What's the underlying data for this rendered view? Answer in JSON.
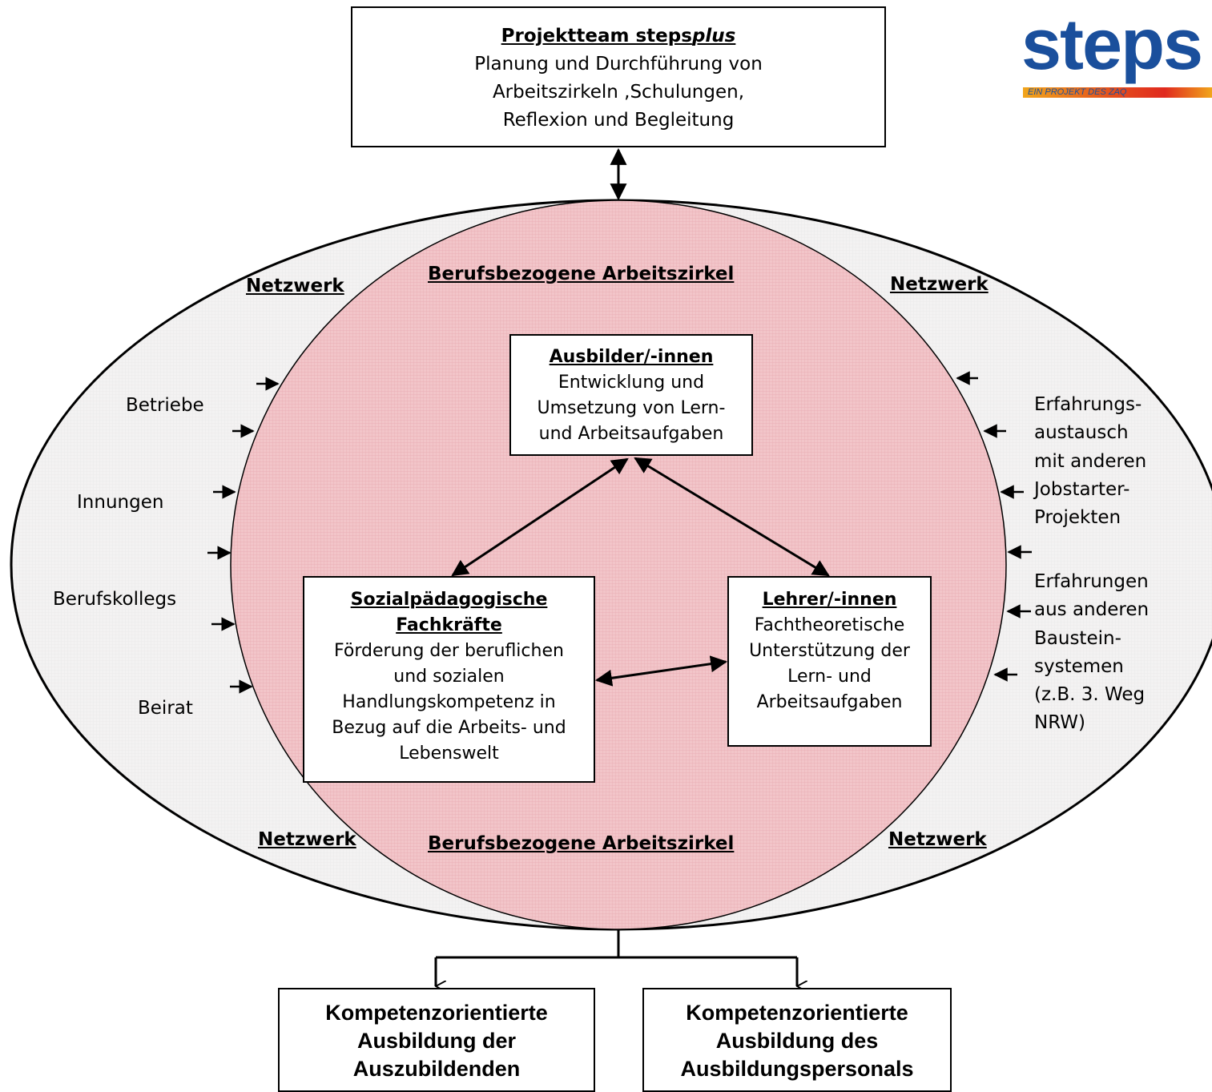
{
  "top_box": {
    "title_prefix": "Projektteam steps",
    "title_italic": "plus",
    "lines": [
      "Planung und Durchführung von",
      "Arbeitszirkeln ,Schulungen,",
      "Reflexion und Begleitung"
    ]
  },
  "logo": {
    "word": "steps",
    "tagline": "EIN PROJEKT DES ZAQ"
  },
  "network_label": "Netzwerk",
  "circle_label": "Berufsbezogene Arbeitszirkel",
  "left_items": [
    "Betriebe",
    "Innungen",
    "Berufskollegs",
    "Beirat"
  ],
  "right_items": {
    "group1": [
      "Erfahrungs-",
      "austausch",
      "mit anderen",
      "Jobstarter-",
      "Projekten"
    ],
    "group2": [
      "Erfahrungen",
      "aus anderen",
      "Baustein-",
      "systemen",
      "(z.B. 3. Weg",
      "NRW)"
    ]
  },
  "ausbilder": {
    "title": "Ausbilder/-innen",
    "lines": [
      "Entwicklung und",
      "Umsetzung von Lern-",
      "und Arbeitsaufgaben"
    ]
  },
  "sozial": {
    "title_lines": [
      "Sozialpädagogische",
      "Fachkräfte"
    ],
    "lines": [
      "Förderung der beruflichen",
      "und sozialen",
      "Handlungskompetenz in",
      "Bezug auf die Arbeits- und",
      "Lebenswelt"
    ]
  },
  "lehrer": {
    "title": "Lehrer/-innen",
    "lines": [
      "Fachtheoretische",
      "Unterstützung der",
      "Lern- und",
      "Arbeitsaufgaben"
    ]
  },
  "outputs": [
    {
      "lines": [
        "Kompetenzorientierte",
        "Ausbildung der",
        "Auszubildenden"
      ]
    },
    {
      "lines": [
        "Kompetenzorientierte",
        "Ausbildung des",
        "Ausbildungspersonals"
      ]
    }
  ],
  "colors": {
    "circle_fill": "#f2c5c9",
    "ellipse_fill": "#f3f2f2",
    "logo_blue": "#1a4f9c"
  }
}
